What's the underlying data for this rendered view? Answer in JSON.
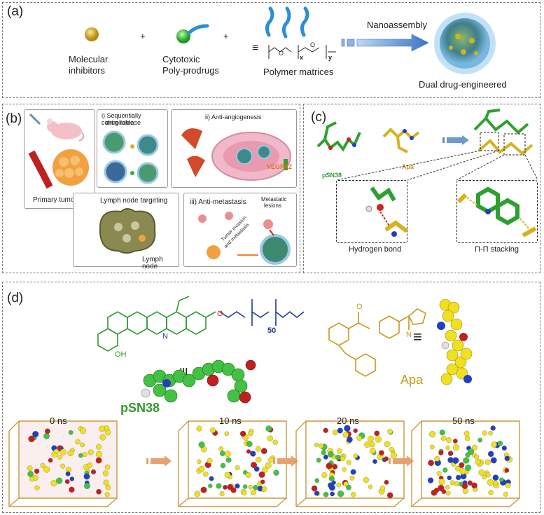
{
  "panel_a": {
    "label": "(a)",
    "molecular_inhibitors": [
      "Molecular",
      "inhibitors"
    ],
    "cytotoxic": [
      "Cytotoxic",
      "Poly-prodrugs"
    ],
    "polymer_matrices": "Polymer matrices",
    "plus": "+",
    "equiv": "≡",
    "nanoassembly": "Nanoassembly",
    "dual": "Dual drug-engineered",
    "formula_x": "x",
    "formula_y": "y",
    "formula_o": "O"
  },
  "panel_b": {
    "label": "(b)",
    "primary_tumors": "Primary tumors",
    "sequential": [
      "i) Sequentially controllable",
      "drug release"
    ],
    "anti_angio": "ii) Anti-angiogenesis",
    "vegfr": "VEGFR2",
    "lymph_targeting": "Lymph node targeting",
    "lymph_node": "Lymph node",
    "anti_meta": "iii) Anti-metastasis",
    "metastatic": [
      "Metastatic",
      "lesions"
    ],
    "invasion": [
      "Tumor invasion",
      "and metastasis"
    ]
  },
  "panel_c": {
    "label": "(c)",
    "psn38": "pSN38",
    "apa": "Apa",
    "hbond": "Hydrogen bond",
    "pipi": "Π-Π stacking"
  },
  "panel_d": {
    "label": "(d)",
    "psn38": "pSN38",
    "apa": "Apa",
    "sub50": "50",
    "frames": [
      "0 ns",
      "10 ns",
      "20 ns",
      "50 ns"
    ],
    "atoms": {
      "o": "O",
      "n": "N",
      "oh": "OH"
    }
  },
  "colors": {
    "green": "#2f9a2f",
    "blue_chain": "#1f3a93",
    "yellow": "#d4b21c",
    "red": "#d0201a",
    "box": "#c79a3a",
    "arrow": "#e8a070"
  }
}
